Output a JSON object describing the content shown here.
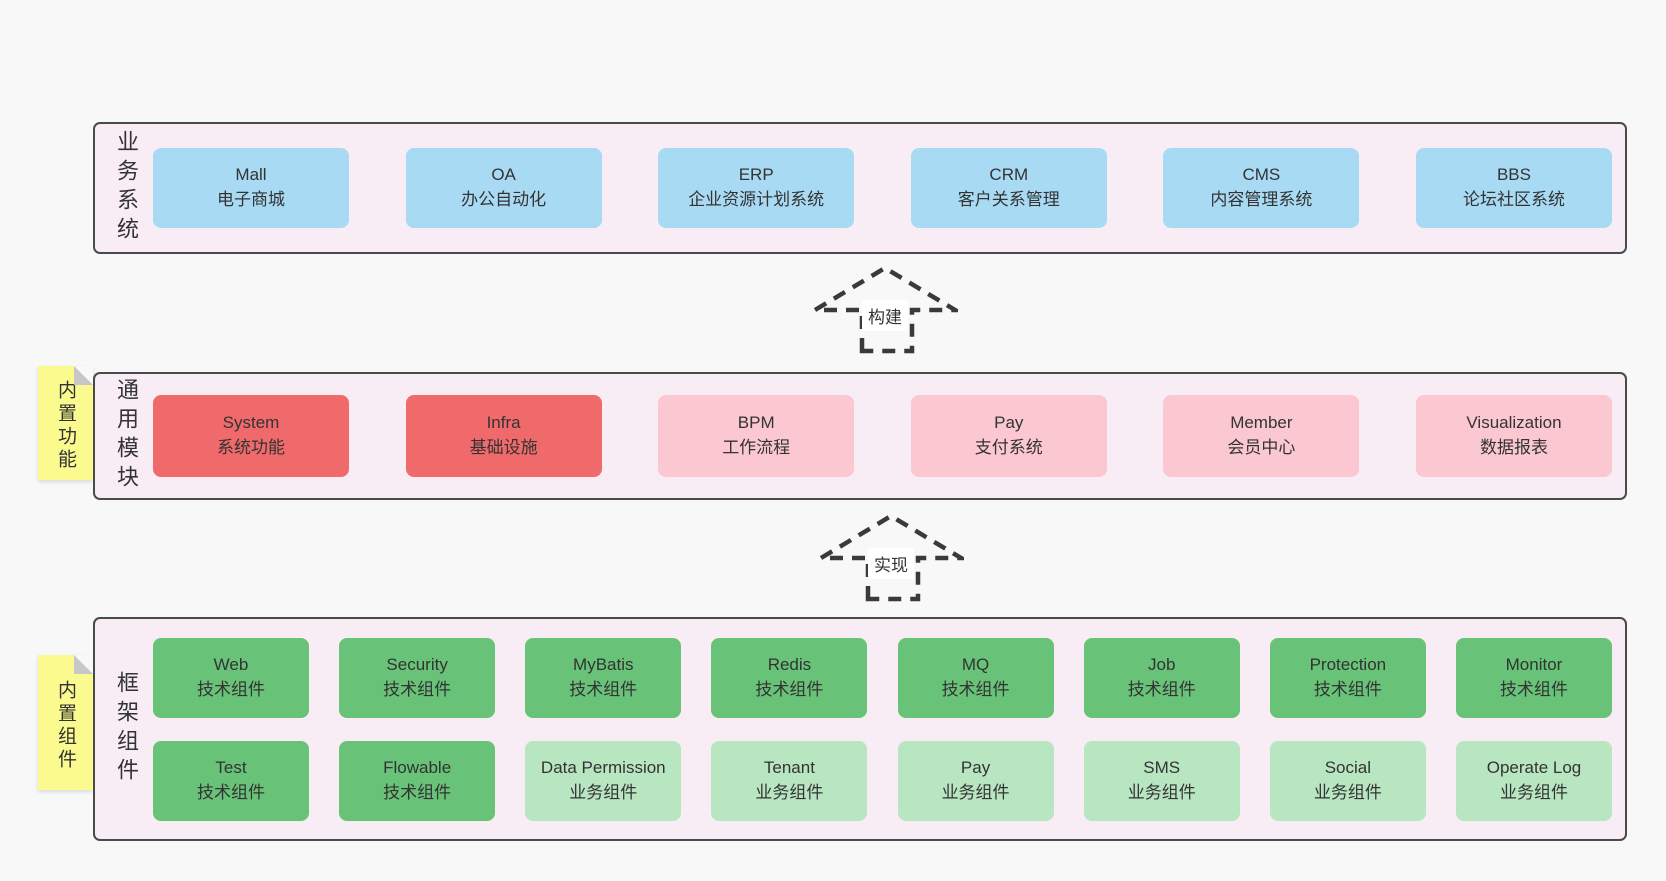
{
  "colors": {
    "page_bg": "#f8f8f8",
    "band_bg": "#f8edf5",
    "band_border": "#4a4a4a",
    "business_box": "#a9daf4",
    "core_module_box": "#f06a6c",
    "extension_module_box": "#fbc8d1",
    "tech_component_box": "#68c278",
    "biz_component_box": "#b8e6c1",
    "sticky_note": "#fafa8e",
    "text": "#333333"
  },
  "bands": {
    "business": {
      "label": "业务系统",
      "boxes": [
        {
          "name": "Mall",
          "desc": "电子商城",
          "type": "blue"
        },
        {
          "name": "OA",
          "desc": "办公自动化",
          "type": "blue"
        },
        {
          "name": "ERP",
          "desc": "企业资源计划系统",
          "type": "blue"
        },
        {
          "name": "CRM",
          "desc": "客户关系管理",
          "type": "blue"
        },
        {
          "name": "CMS",
          "desc": "内容管理系统",
          "type": "blue"
        },
        {
          "name": "BBS",
          "desc": "论坛社区系统",
          "type": "blue"
        }
      ]
    },
    "modules": {
      "label": "通用模块",
      "sticky": "内置功能",
      "boxes": [
        {
          "name": "System",
          "desc": "系统功能",
          "type": "red"
        },
        {
          "name": "Infra",
          "desc": "基础设施",
          "type": "red"
        },
        {
          "name": "BPM",
          "desc": "工作流程",
          "type": "pink"
        },
        {
          "name": "Pay",
          "desc": "支付系统",
          "type": "pink"
        },
        {
          "name": "Member",
          "desc": "会员中心",
          "type": "pink"
        },
        {
          "name": "Visualization",
          "desc": "数据报表",
          "type": "pink"
        }
      ]
    },
    "framework": {
      "label": "框架组件",
      "sticky": "内置组件",
      "row1": [
        {
          "name": "Web",
          "desc": "技术组件",
          "type": "green"
        },
        {
          "name": "Security",
          "desc": "技术组件",
          "type": "green"
        },
        {
          "name": "MyBatis",
          "desc": "技术组件",
          "type": "green"
        },
        {
          "name": "Redis",
          "desc": "技术组件",
          "type": "green"
        },
        {
          "name": "MQ",
          "desc": "技术组件",
          "type": "green"
        },
        {
          "name": "Job",
          "desc": "技术组件",
          "type": "green"
        },
        {
          "name": "Protection",
          "desc": "技术组件",
          "type": "green"
        },
        {
          "name": "Monitor",
          "desc": "技术组件",
          "type": "green"
        }
      ],
      "row2": [
        {
          "name": "Test",
          "desc": "技术组件",
          "type": "green"
        },
        {
          "name": "Flowable",
          "desc": "技术组件",
          "type": "green"
        },
        {
          "name": "Data Permission",
          "desc": "业务组件",
          "type": "lightgreen"
        },
        {
          "name": "Tenant",
          "desc": "业务组件",
          "type": "lightgreen"
        },
        {
          "name": "Pay",
          "desc": "业务组件",
          "type": "lightgreen"
        },
        {
          "name": "SMS",
          "desc": "业务组件",
          "type": "lightgreen"
        },
        {
          "name": "Social",
          "desc": "业务组件",
          "type": "lightgreen"
        },
        {
          "name": "Operate Log",
          "desc": "业务组件",
          "type": "lightgreen"
        }
      ]
    }
  },
  "arrows": {
    "build": {
      "label": "构建"
    },
    "implement": {
      "label": "实现"
    }
  }
}
